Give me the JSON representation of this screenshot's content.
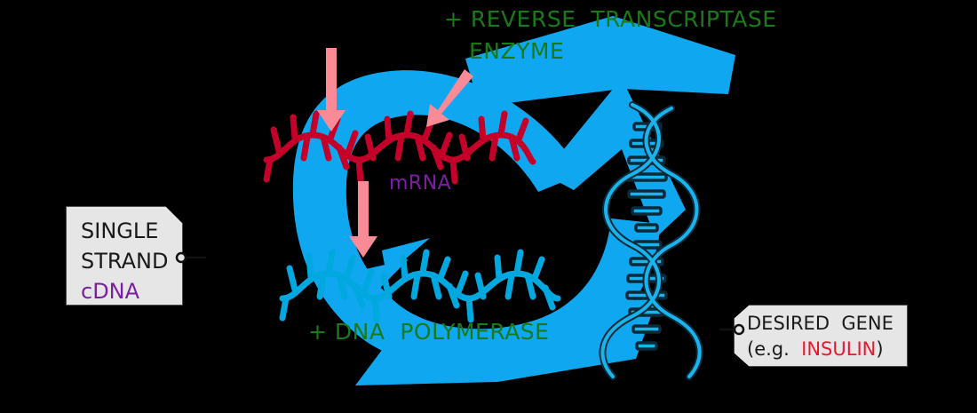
{
  "diagram": {
    "title": "cDNA synthesis from mRNA using reverse transcriptase",
    "background_color": "#000000",
    "colors": {
      "cycle_arrow_blue": "#0fa8f0",
      "mrna_red": "#c4002a",
      "cdna_teal": "#00a8e0",
      "enzyme_green": "#1a7a1a",
      "pink_arrow": "#f98a96",
      "label_purple": "#7b1fa2",
      "insulin_red": "#e8192e",
      "tag_fill": "#e6e6e6",
      "tag_border": "#4d4d4d",
      "helix_outline": "#0a2a3a"
    }
  },
  "annotations": {
    "reverse_transcriptase_line1": "+ REVERSE  TRANSCRIPTASE",
    "reverse_transcriptase_line2": "ENZYME",
    "dna_polymerase": "+ DNA  POLYMERASE",
    "mrna_label": "mRNA"
  },
  "tags": {
    "left": {
      "line1": "SINGLE",
      "line2": "STRAND",
      "line3": "cDNA"
    },
    "right": {
      "line1": "DESIRED  GENE",
      "line2_prefix": "(e.g.  ",
      "line2_highlight": "INSULIN",
      "line2_suffix": ")"
    }
  },
  "molecules": {
    "mrna_strand": "mRNA single strand with bases",
    "cdna_strand": "cDNA single strand with bases",
    "dna_double_helix": "DNA double helix containing desired gene"
  },
  "arrows": {
    "cycle": "large circular blue cycle arrow",
    "pink_vertical_top": "pink down arrow to mRNA",
    "pink_diagonal_top": "pink diagonal arrow to mRNA",
    "pink_vertical_mid": "pink down arrow from mRNA to cDNA"
  }
}
